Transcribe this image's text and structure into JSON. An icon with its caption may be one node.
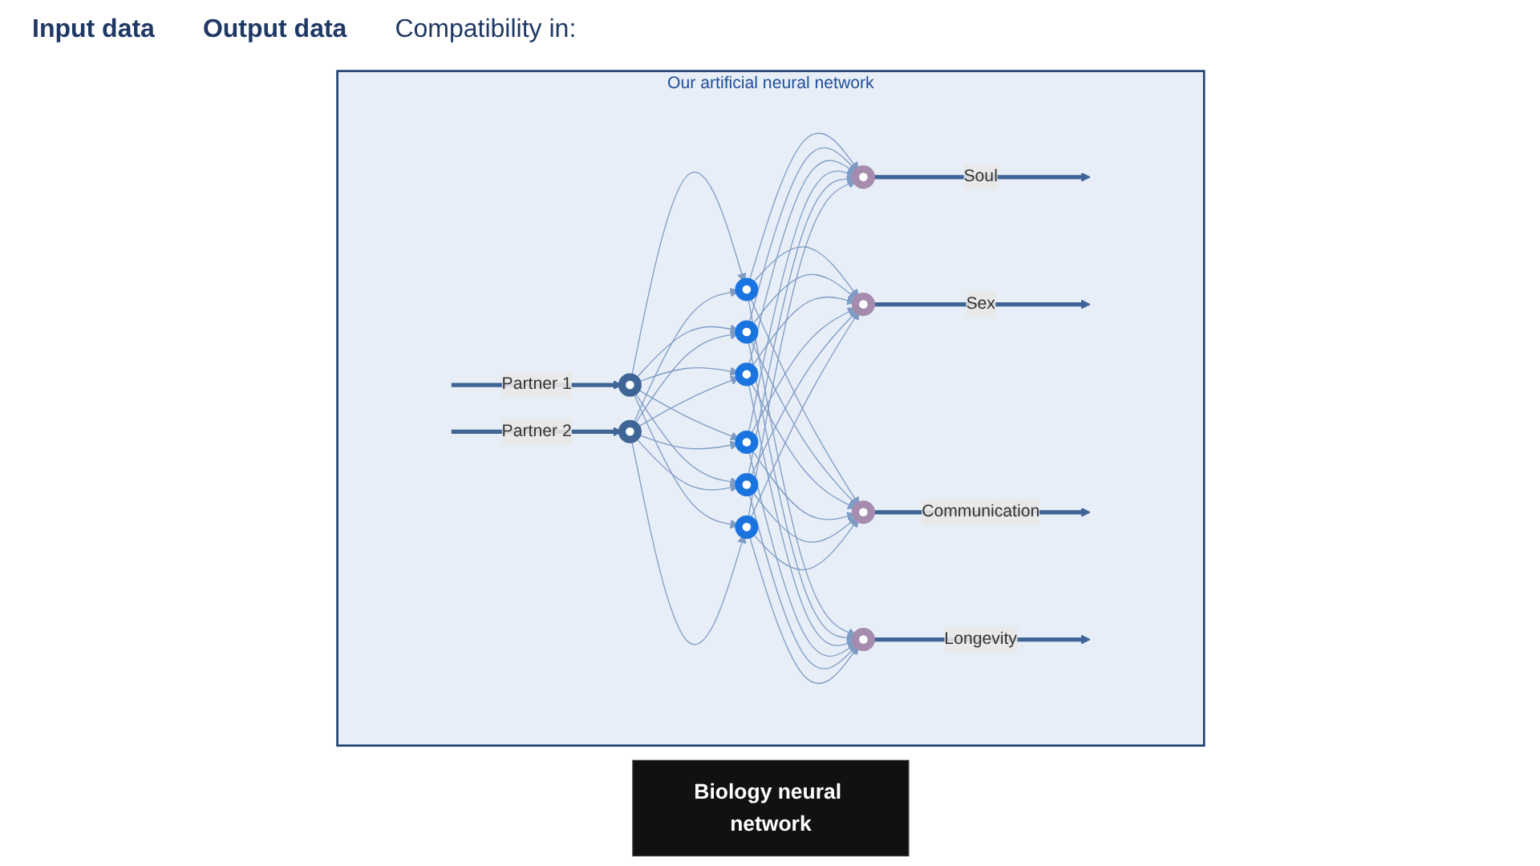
{
  "diagram": {
    "nodes": [
      {
        "text": [
          "Our artificial neural network"
        ]
      },
      {
        "text": [],
        "shape": "circle",
        "in": 0
      },
      {
        "text": [],
        "shape": "circle",
        "in": 0
      },
      {
        "text": [],
        "shape": "circle",
        "in": 0
      },
      {
        "text": [],
        "shape": "circle",
        "in": 0
      },
      {
        "text": [],
        "shape": "circle",
        "in": 0
      },
      {
        "text": [],
        "shape": "circle",
        "in": 0
      },
      {
        "text": [],
        "shape": "circle",
        "in": 0
      },
      {
        "text": [],
        "shape": "circle",
        "in": 0
      },
      {
        "text": [],
        "shape": "circle",
        "in": 0
      },
      {
        "text": [],
        "shape": "circle",
        "in": 0
      },
      {
        "text": [],
        "shape": "circle",
        "in": 0
      },
      {
        "text": [],
        "shape": "circle",
        "in": 0
      },
      {
        "text": [
          "Biology neural network"
        ]
      }
    ],
    "edges": [
      {
        "from": null,
        "to": 1,
        "arrow": "to",
        "label": "Partner 1",
        "style": "thick"
      },
      {
        "from": null,
        "to": 2,
        "arrow": "to",
        "label": "Partner 2",
        "style": "thick"
      },
      {
        "from": 1,
        "to": 3,
        "arrow": "to"
      },
      {
        "from": 1,
        "to": 4,
        "arrow": "to"
      },
      {
        "from": 1,
        "to": 5,
        "arrow": "to"
      },
      {
        "from": 1,
        "to": 6,
        "arrow": "to"
      },
      {
        "from": 1,
        "to": 7,
        "arrow": "to"
      },
      {
        "from": 1,
        "to": 8,
        "arrow": "to"
      },
      {
        "from": 2,
        "to": 3,
        "arrow": "to"
      },
      {
        "from": 2,
        "to": 4,
        "arrow": "to"
      },
      {
        "from": 2,
        "to": 5,
        "arrow": "to"
      },
      {
        "from": 2,
        "to": 6,
        "arrow": "to"
      },
      {
        "from": 2,
        "to": 7,
        "arrow": "to"
      },
      {
        "from": 2,
        "to": 8,
        "arrow": "to"
      },
      {
        "from": 3,
        "to": 9,
        "arrow": "to"
      },
      {
        "from": 3,
        "to": 10,
        "arrow": "to"
      },
      {
        "from": 3,
        "to": 11,
        "arrow": "to"
      },
      {
        "from": 3,
        "to": 12,
        "arrow": "to"
      },
      {
        "from": 4,
        "to": 9,
        "arrow": "to"
      },
      {
        "from": 4,
        "to": 10,
        "arrow": "to"
      },
      {
        "from": 4,
        "to": 11,
        "arrow": "to"
      },
      {
        "from": 4,
        "to": 12,
        "arrow": "to"
      },
      {
        "from": 5,
        "to": 9,
        "arrow": "to"
      },
      {
        "from": 5,
        "to": 10,
        "arrow": "to"
      },
      {
        "from": 5,
        "to": 11,
        "arrow": "to"
      },
      {
        "from": 5,
        "to": 12,
        "arrow": "to"
      },
      {
        "from": 6,
        "to": 9,
        "arrow": "to"
      },
      {
        "from": 6,
        "to": 10,
        "arrow": "to"
      },
      {
        "from": 6,
        "to": 11,
        "arrow": "to"
      },
      {
        "from": 6,
        "to": 12,
        "arrow": "to"
      },
      {
        "from": 7,
        "to": 9,
        "arrow": "to"
      },
      {
        "from": 7,
        "to": 10,
        "arrow": "to"
      },
      {
        "from": 7,
        "to": 11,
        "arrow": "to"
      },
      {
        "from": 7,
        "to": 12,
        "arrow": "to"
      },
      {
        "from": 8,
        "to": 9,
        "arrow": "to"
      },
      {
        "from": 8,
        "to": 10,
        "arrow": "to"
      },
      {
        "from": 8,
        "to": 11,
        "arrow": "to"
      },
      {
        "from": 8,
        "to": 12,
        "arrow": "to"
      },
      {
        "from": 9,
        "to": null,
        "arrow": "to",
        "label": "Soul",
        "style": "thick"
      },
      {
        "from": 10,
        "to": null,
        "arrow": "to",
        "label": "Sex",
        "style": "thick"
      },
      {
        "from": 11,
        "to": null,
        "arrow": "to",
        "label": "Communication",
        "style": "thick"
      },
      {
        "from": 12,
        "to": null,
        "arrow": "to",
        "label": "Longevity",
        "style": "thick"
      }
    ],
    "labels": [
      "Input data",
      "Output data",
      "Compatibility in:"
    ]
  }
}
